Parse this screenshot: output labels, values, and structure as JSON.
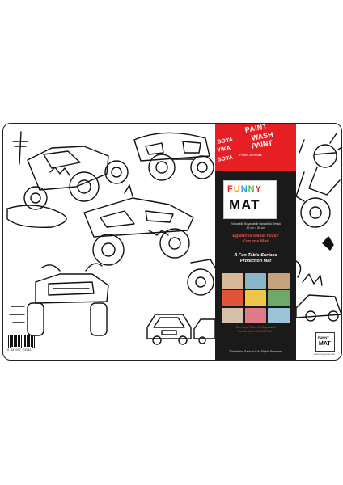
{
  "banner": {
    "paint": "PAINT",
    "wash": "WASH",
    "paint2": "PAINT",
    "boya1": "BOYA",
    "yika": "YIKA",
    "boya2": "BOYA",
    "small": "Forms & Reuse"
  },
  "logo": {
    "funny_letters": [
      "F",
      "U",
      "N",
      "N",
      "Y"
    ],
    "funny_colors": [
      "#e51f24",
      "#f2a31b",
      "#2a9fd8",
      "#58b947",
      "#e51f24"
    ],
    "mat": "MAT"
  },
  "panel": {
    "tiny_top": "Yıkanabilir Boyanabilir Masaüstü Örtüsü",
    "tiny_top2": "42 cm x 30 cm",
    "tr_title_1": "Eğlenceli Masa-Yüzey",
    "tr_title_2": "Koruma Matı",
    "en_title_1": "A Fun Table-Surface",
    "en_title_2": "Protection Mat",
    "bottom_red": "Tüm Boya Türleri İle Boyanabilir",
    "bottom_red2": "Can Be Used With All Paints",
    "footer": "Tüm Haklar Saklıdır © All Rights Reserved"
  },
  "mini_logo": {
    "funny": "FUNNY",
    "mat": "MAT"
  },
  "barcode_number": "8 681057 233424",
  "site": "www.funnymat.com",
  "photo_colors": [
    "#d9b89a",
    "#8ab6c9",
    "#c7a27e",
    "#e0553a",
    "#f0c64a",
    "#6fa86a",
    "#d7c0a8",
    "#e07b8a",
    "#9bc3d9"
  ]
}
